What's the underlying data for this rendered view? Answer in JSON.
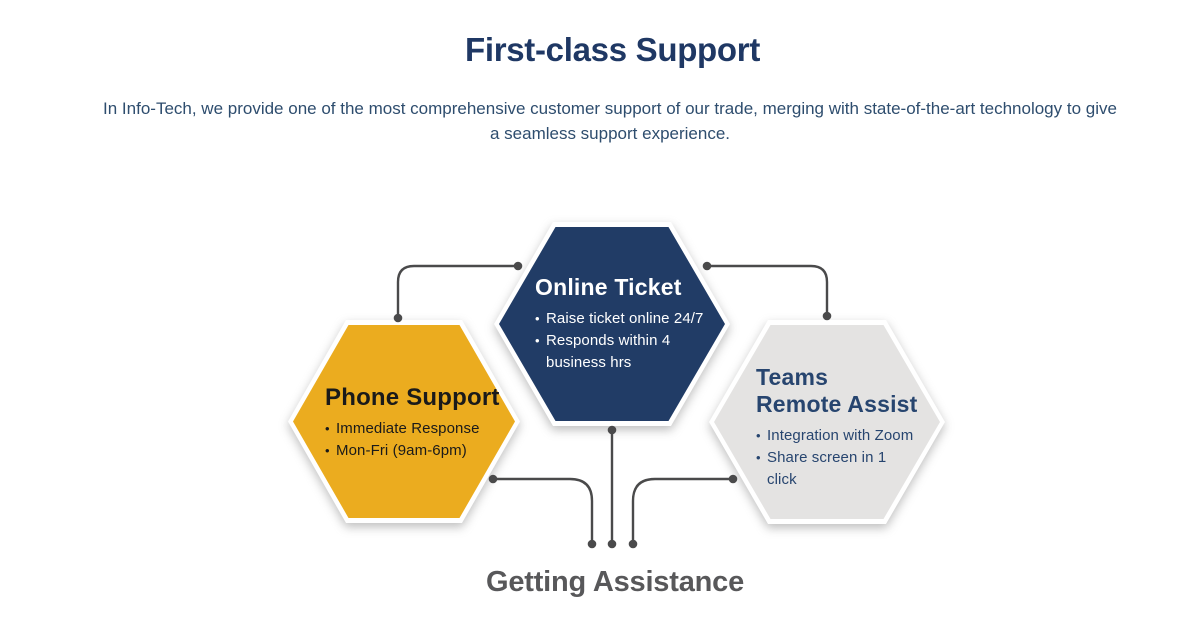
{
  "page": {
    "title": "First-class Support",
    "subtitle": "In Info-Tech, we provide one of the most comprehensive customer support of our trade, merging with state-of-the-art technology to give a seamless support experience.",
    "footer_label": "Getting Assistance"
  },
  "colors": {
    "title_navy": "#1F3864",
    "subtitle_navy": "#2E4D6E",
    "connector_gray": "#4A4A4B",
    "footer_gray": "#58585A",
    "hex_border_white": "#FFFFFF"
  },
  "hexagons": [
    {
      "id": "phone-support",
      "title": "Phone Support",
      "bullets": [
        "Immediate Response",
        "Mon-Fri (9am-6pm)"
      ],
      "fill": "#EBAC1F",
      "text_color": "#1A1A1A"
    },
    {
      "id": "online-ticket",
      "title": "Online Ticket",
      "bullets": [
        "Raise ticket online 24/7",
        "Responds within 4 business hrs"
      ],
      "fill": "#213C66",
      "text_color": "#FFFFFF"
    },
    {
      "id": "teams-remote-assist",
      "title": "Teams Remote Assist",
      "bullets": [
        "Integration with Zoom",
        "Share screen in 1 click"
      ],
      "fill": "#E4E3E2",
      "text_color": "#27456F"
    }
  ]
}
